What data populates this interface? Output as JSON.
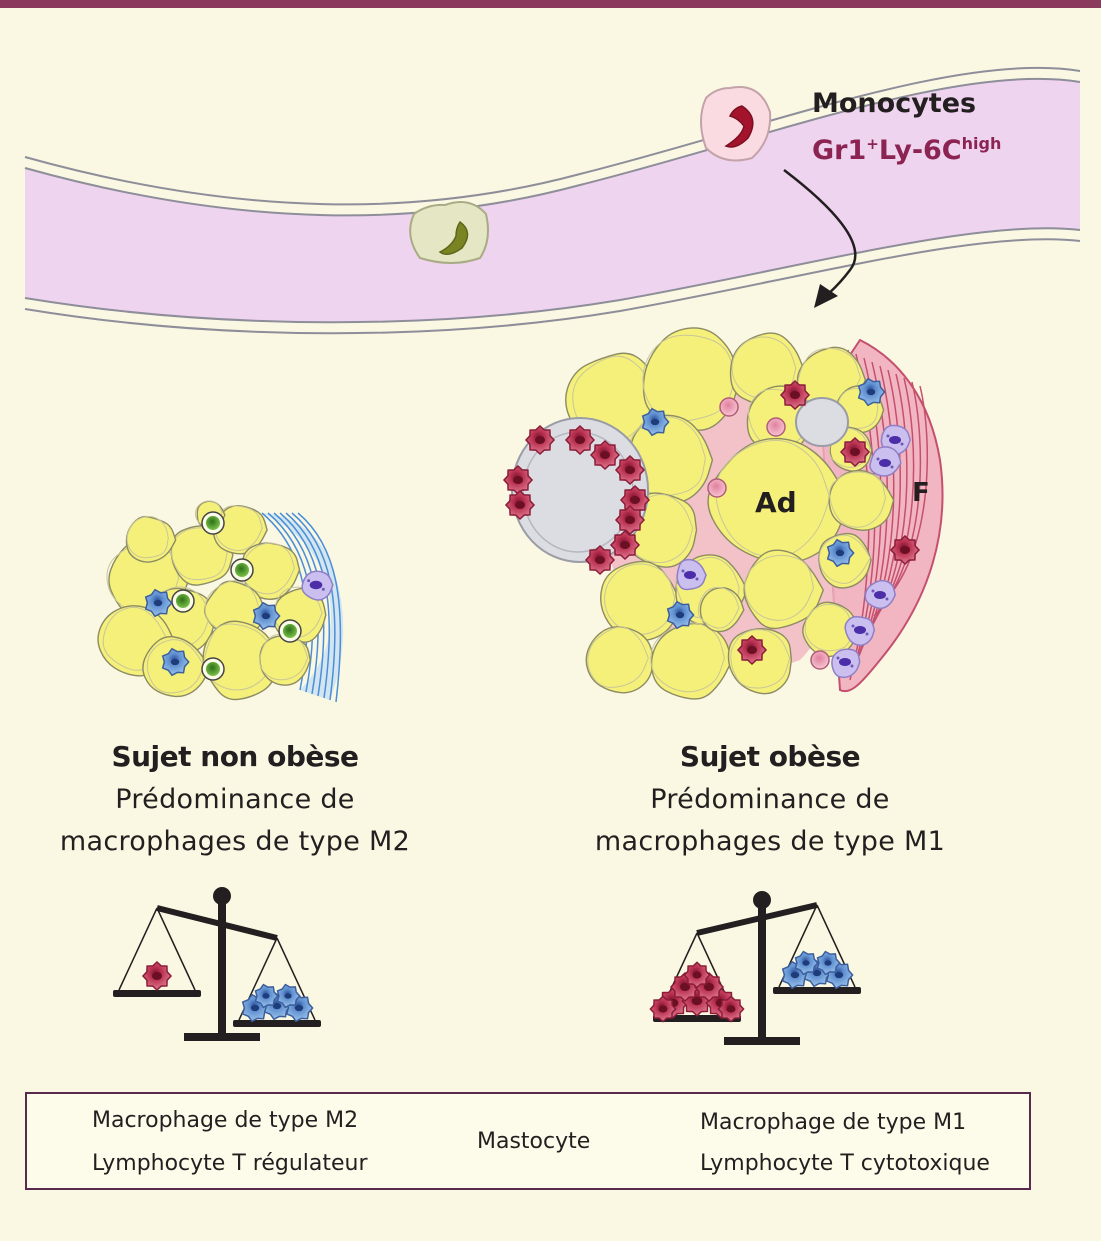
{
  "vessel": {
    "monocytes_label": "Monocytes",
    "marker_prefix": "Gr1",
    "marker_prefix_sup": "+",
    "marker_mid": "Ly-6C",
    "marker_sup": "high"
  },
  "obese_tissue": {
    "adipocyte_label": "Ad",
    "fibrosis_label": "F"
  },
  "captions": {
    "left": {
      "title": "Sujet non obèse",
      "line1": "Prédominance de",
      "line2": "macrophages de type M2"
    },
    "right": {
      "title": "Sujet obèse",
      "line1": "Prédominance de",
      "line2": "macrophages de type M1"
    }
  },
  "legend": {
    "m2": "Macrophage de type M2",
    "treg": "Lymphocyte T régulateur",
    "mast": "Mastocyte",
    "m1": "Macrophage de type M1",
    "tcyto": "Lymphocyte T cytotoxique"
  },
  "colors": {
    "background": "#faf8e2",
    "top_bar": "#8b3a5e",
    "vessel": "#efd4ef",
    "adipocyte": "#f5f07a",
    "m2": "#6f9ed8",
    "m1": "#c44565",
    "treg": "#6ab43b",
    "mast": "#b6a6e0",
    "tcyto": "#f2a7bd",
    "marker_text": "#8b2452"
  }
}
